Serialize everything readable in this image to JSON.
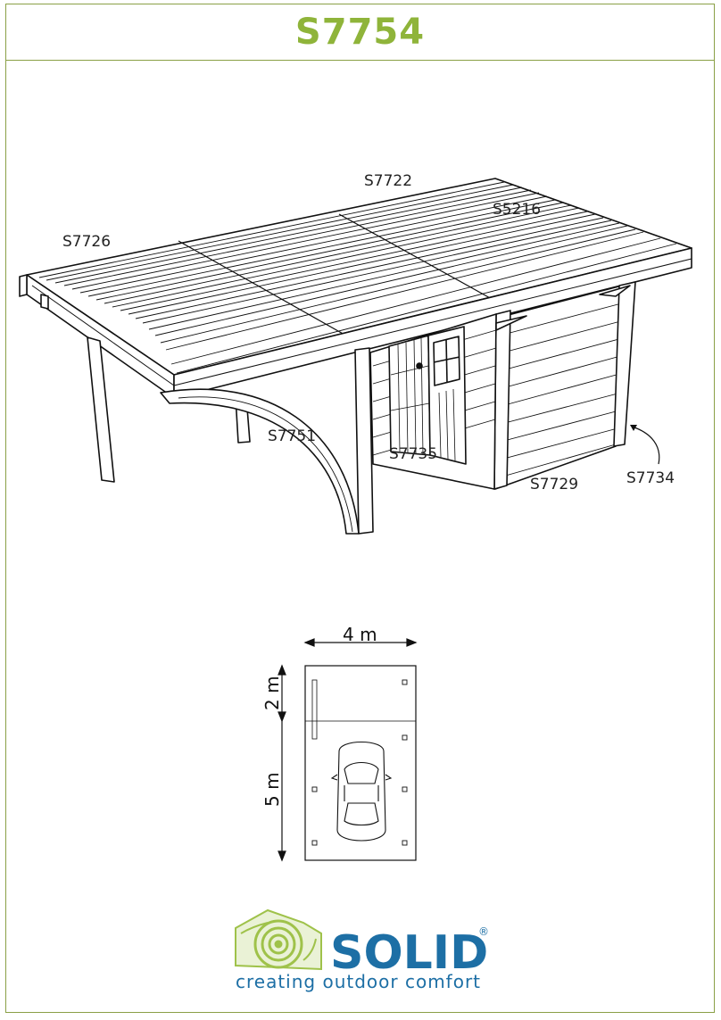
{
  "title": "S7754",
  "parts": {
    "roof": "S7722",
    "roof_cover": "S5216",
    "front_beam": "S7726",
    "arch": "S7751",
    "door": "S7735",
    "wall": "S7729",
    "side_wall": "S7734"
  },
  "plan": {
    "width_label": "4 m",
    "depth_top_label": "2 m",
    "depth_bottom_label": "5 m"
  },
  "logo": {
    "name": "SOLID",
    "registered": "®",
    "tagline": "creating outdoor comfort"
  },
  "colors": {
    "accent": "#8fb43a",
    "border": "#8aa046",
    "brand_blue": "#1d6fa5"
  }
}
